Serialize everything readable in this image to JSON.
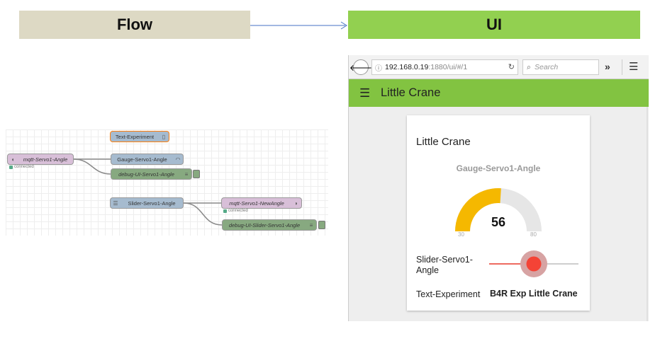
{
  "banners": {
    "flow": "Flow",
    "ui": "UI"
  },
  "flow": {
    "nodes": {
      "text_experiment": "Text-Experiment",
      "mqtt_servo1_angle": "mqtt-Servo1-Angle",
      "gauge_servo1_angle": "Gauge-Servo1-Angle",
      "debug_ui_servo1_angle": "debug-UI-Servo1-Angle",
      "slider_servo1_angle": "Slider-Servo1-Angle",
      "mqtt_servo1_newangle": "mqtt-Servo1-NewAngle",
      "debug_ui_slider_servo1_angle": "debug-UI-Slider-Servo1-Angle"
    },
    "status_connected": "connected"
  },
  "browser": {
    "url_host": "192.168.0.19",
    "url_rest": ":1880/ui/#/1",
    "search_placeholder": "Search"
  },
  "app": {
    "title": "Little Crane",
    "card": {
      "title": "Little Crane",
      "gauge": {
        "title": "Gauge-Servo1-Angle",
        "value": "56",
        "min": "30",
        "max": "80",
        "value_num": 56,
        "min_num": 30,
        "max_num": 80
      },
      "slider": {
        "label": "Slider-Servo1-Angle",
        "fraction": 0.5
      },
      "text": {
        "label": "Text-Experiment",
        "value": "B4R Exp Little Crane"
      }
    }
  },
  "colors": {
    "flow_banner": "#ddd9c4",
    "ui_banner": "#92d050",
    "header": "#82c341",
    "gauge_fill": "#f5b800",
    "gauge_track": "#e6e6e6",
    "slider_accent": "#f44336"
  }
}
